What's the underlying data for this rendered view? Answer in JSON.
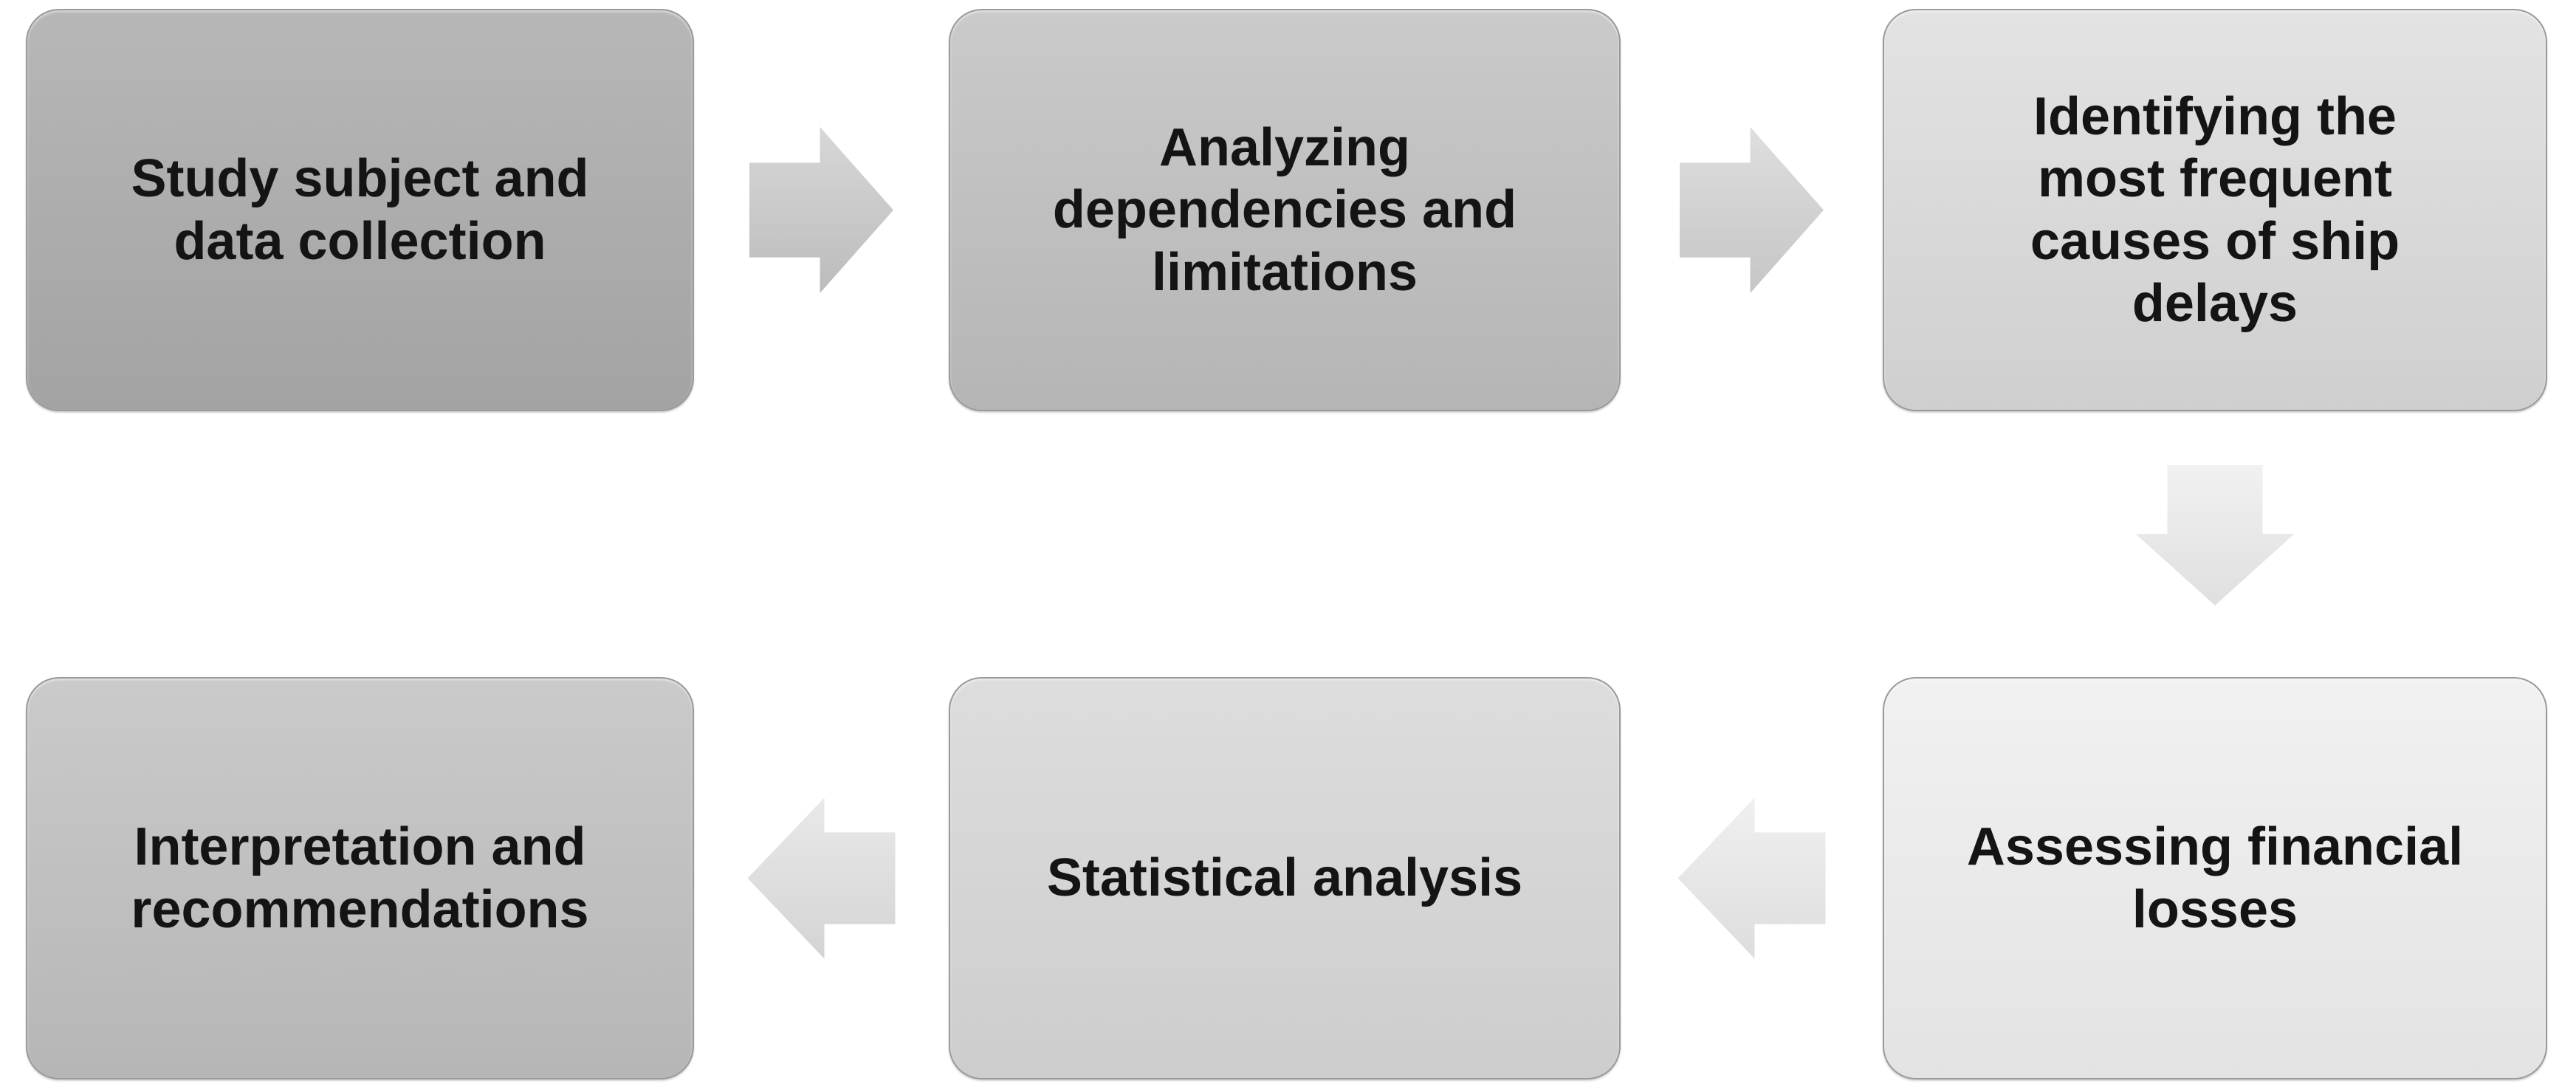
{
  "diagram": {
    "type": "process-flow",
    "background": "#ffffff",
    "text_color": "#141414",
    "nodes": [
      {
        "id": "study-subject",
        "label": "Study subject and\ndata collection",
        "fill_top": "#b7b7b7",
        "fill_bottom": "#a3a3a3"
      },
      {
        "id": "analyzing-dependencies",
        "label": "Analyzing\ndependencies and\nlimitations",
        "fill_top": "#cacaca",
        "fill_bottom": "#b5b5b5"
      },
      {
        "id": "identifying-causes",
        "label": "Identifying the\nmost frequent\ncauses of ship\ndelays",
        "fill_top": "#e3e3e3",
        "fill_bottom": "#cfcfcf"
      },
      {
        "id": "assessing-losses",
        "label": "Assessing financial\nlosses",
        "fill_top": "#f1f1f1",
        "fill_bottom": "#e3e3e3"
      },
      {
        "id": "statistical-analysis",
        "label": "Statistical analysis",
        "fill_top": "#dddddd",
        "fill_bottom": "#cdcdcd"
      },
      {
        "id": "interpretation",
        "label": "Interpretation and\nrecommendations",
        "fill_top": "#cacaca",
        "fill_bottom": "#b6b6b6"
      }
    ],
    "connections": [
      {
        "from": "study-subject",
        "to": "analyzing-dependencies",
        "direction": "right",
        "fill": "#c6c6c6"
      },
      {
        "from": "analyzing-dependencies",
        "to": "identifying-causes",
        "direction": "right",
        "fill": "#d0d0d0"
      },
      {
        "from": "identifying-causes",
        "to": "assessing-losses",
        "direction": "down",
        "fill": "#ebebeb"
      },
      {
        "from": "assessing-losses",
        "to": "statistical-analysis",
        "direction": "left",
        "fill": "#e9e9e9"
      },
      {
        "from": "statistical-analysis",
        "to": "interpretation",
        "direction": "left",
        "fill": "#dfdfdf"
      }
    ]
  }
}
